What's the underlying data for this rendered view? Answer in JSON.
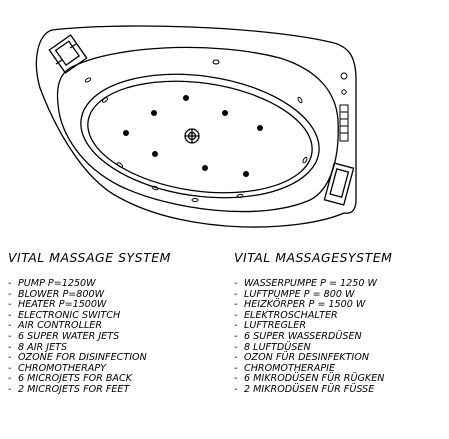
{
  "left_column": {
    "heading": "VITAL MASSAGE SYSTEM",
    "items": [
      "PUMP P=1250W",
      "BLOWER P=800W",
      "HEATER P=1500W",
      "ELECTRONIC SWITCH",
      "AIR CONTROLLER",
      "6 SUPER WATER JETS",
      "8 AIR JETS",
      "OZONE FOR DISINFECTION",
      "CHROMOTHERAPY",
      "6 MICROJETS FOR BACK",
      "2 MICROJETS FOR FEET"
    ]
  },
  "right_column": {
    "heading": "VITAL MASSAGESYSTEM",
    "items": [
      "WASSERPUMPE P = 1250 W",
      "LUFTPUMPE P = 800 W",
      "HEIZKÖRPER P = 1500 W",
      "ELEKTROSCHALTER",
      "LUFTREGLER",
      "6 SUPER WASSERDÜSEN",
      "8 LUFTDÜSEN",
      "OZON FÜR DESINFEKTION",
      "CHROMOTHERAPIE",
      "6 MIKRODÜSEN FÜR RÜGKEN",
      "2 MIKRODÜSEN FÜR FÜSSE"
    ]
  },
  "colors": {
    "ink": "#000000",
    "background": "#ffffff"
  }
}
